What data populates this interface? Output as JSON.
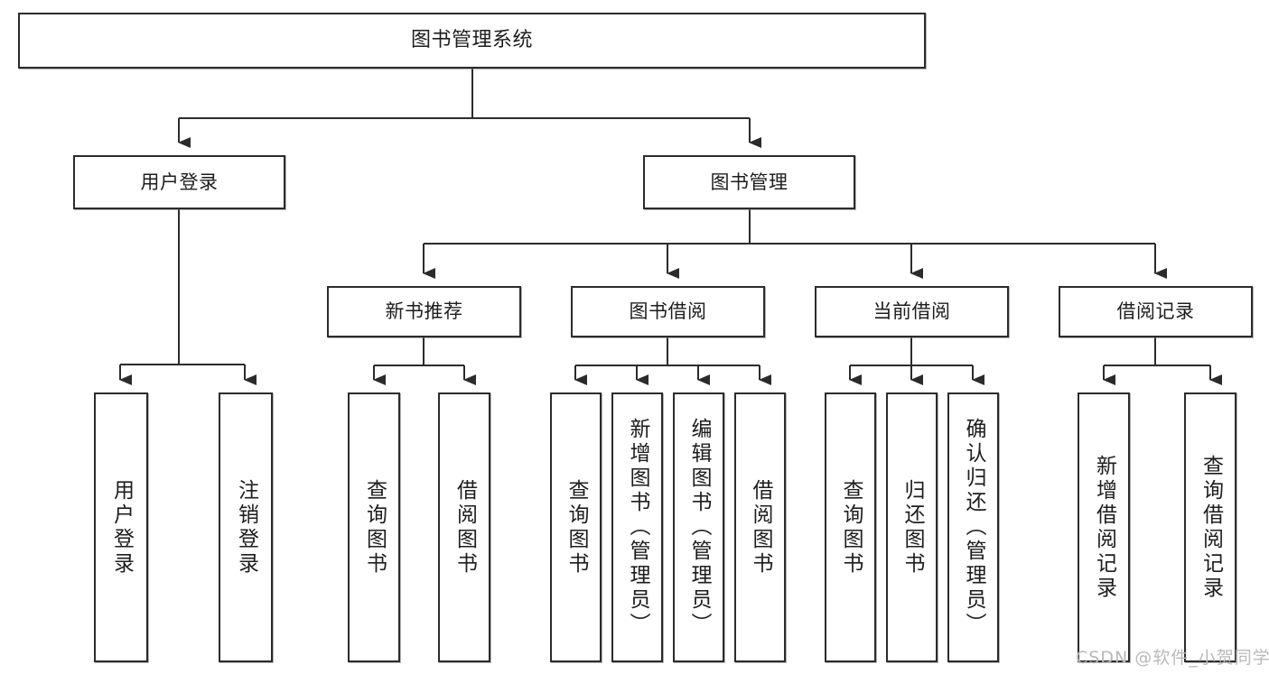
{
  "diagram": {
    "title": "图书管理系统",
    "type": "functional-structure-tree",
    "stroke_color": "#2b2b2b",
    "background_color": "#ffffff",
    "text_color": "#1d1d1d",
    "root": {
      "label": "图书管理系统"
    },
    "level2": [
      {
        "label": "用户登录"
      },
      {
        "label": "图书管理"
      }
    ],
    "level3": [
      {
        "label": "新书推荐"
      },
      {
        "label": "图书借阅"
      },
      {
        "label": "当前借阅"
      },
      {
        "label": "借阅记录"
      }
    ],
    "leaves": {
      "user_login": [
        {
          "label": "用户登录"
        },
        {
          "label": "注销登录"
        }
      ],
      "new_book_recommend": [
        {
          "label": "查询图书"
        },
        {
          "label": "借阅图书"
        }
      ],
      "book_borrow": [
        {
          "label": "查询图书"
        },
        {
          "label": "新增图书（管理员）"
        },
        {
          "label": "编辑图书（管理员）"
        },
        {
          "label": "借阅图书"
        }
      ],
      "current_borrow": [
        {
          "label": "查询图书"
        },
        {
          "label": "归还图书"
        },
        {
          "label": "确认归还（管理员）"
        }
      ],
      "borrow_record": [
        {
          "label": "新增借阅记录"
        },
        {
          "label": "查询借阅记录"
        }
      ]
    }
  },
  "watermark": {
    "text": "CSDN @软件_小贺同学",
    "color": "#b9b9b9"
  }
}
